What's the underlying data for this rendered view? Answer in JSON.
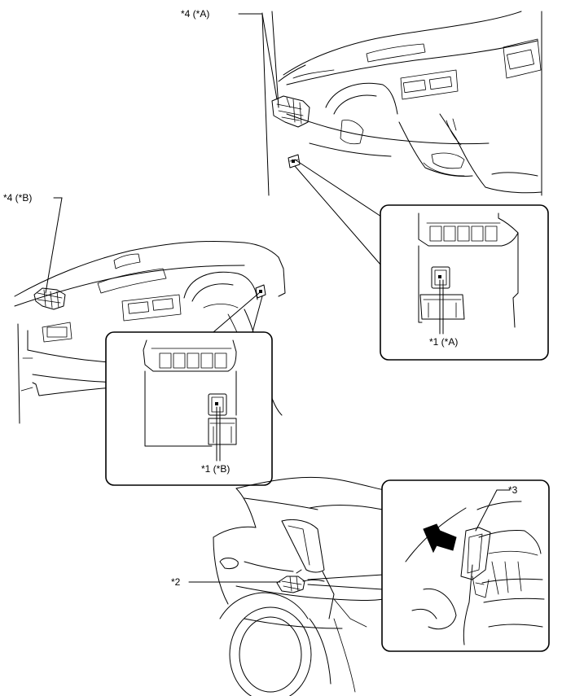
{
  "callouts": {
    "c4a": "*4 (*A)",
    "c4b": "*4 (*B)",
    "c1a": "*1 (*A)",
    "c1b": "*1 (*B)",
    "c2": "*2",
    "c3": "*3"
  }
}
